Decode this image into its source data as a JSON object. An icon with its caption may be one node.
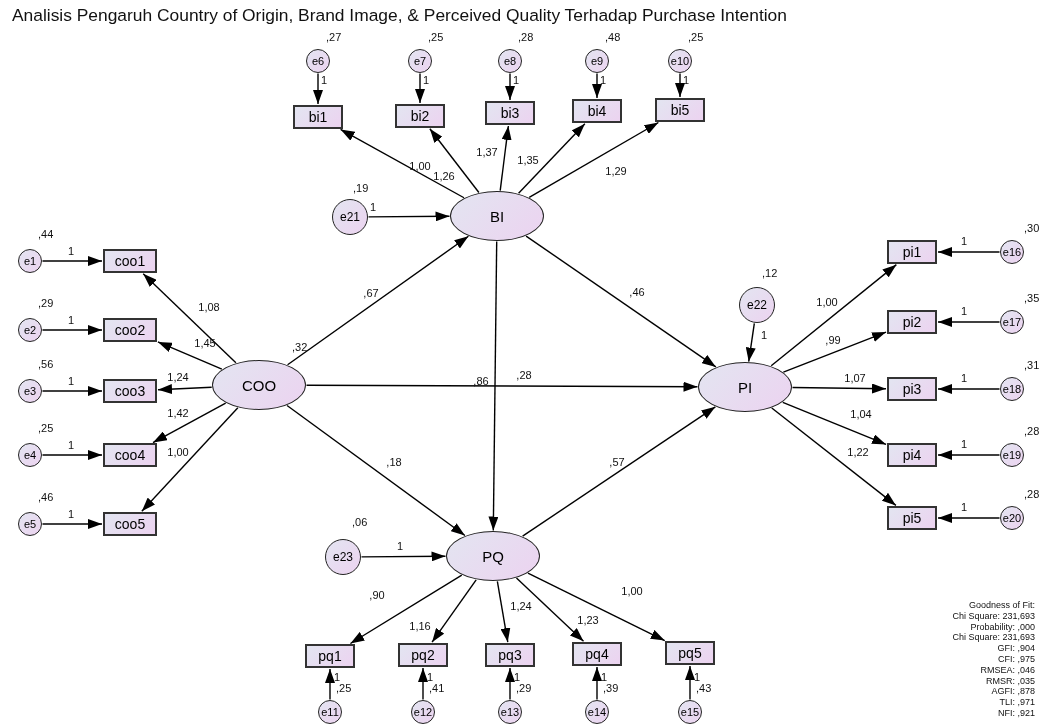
{
  "diagram": {
    "title": "Analisis Pengaruh Country of Origin, Brand Image, & Perceived Quality Terhadap Purchase Intention",
    "nodes": [
      {
        "text": [
          "e6"
        ],
        "beside": [
          ",27"
        ]
      },
      {
        "text": [
          "e7"
        ],
        "beside": [
          ",25"
        ]
      },
      {
        "text": [
          "e8"
        ],
        "beside": [
          ",28"
        ]
      },
      {
        "text": [
          "e9"
        ],
        "beside": [
          ",48"
        ]
      },
      {
        "text": [
          "e10"
        ],
        "beside": [
          ",25"
        ]
      },
      {
        "text": [
          "bi1"
        ]
      },
      {
        "text": [
          "bi2"
        ]
      },
      {
        "text": [
          "bi3"
        ]
      },
      {
        "text": [
          "bi4"
        ]
      },
      {
        "text": [
          "bi5"
        ]
      },
      {
        "text": [
          "e21"
        ],
        "beside": [
          ",19"
        ]
      },
      {
        "text": [
          "BI"
        ]
      },
      {
        "text": [
          "e1"
        ],
        "beside": [
          ",44"
        ]
      },
      {
        "text": [
          "coo1"
        ]
      },
      {
        "text": [
          "e2"
        ],
        "beside": [
          ",29"
        ]
      },
      {
        "text": [
          "coo2"
        ]
      },
      {
        "text": [
          "e3"
        ],
        "beside": [
          ",56"
        ]
      },
      {
        "text": [
          "coo3"
        ]
      },
      {
        "text": [
          "e4"
        ],
        "beside": [
          ",25"
        ]
      },
      {
        "text": [
          "coo4"
        ]
      },
      {
        "text": [
          "e5"
        ],
        "beside": [
          ",46"
        ]
      },
      {
        "text": [
          "coo5"
        ]
      },
      {
        "text": [
          "COO"
        ],
        "beside": [
          ",32"
        ]
      },
      {
        "text": [
          "e22"
        ],
        "beside": [
          ",12"
        ]
      },
      {
        "text": [
          "PI"
        ]
      },
      {
        "text": [
          "pi1"
        ]
      },
      {
        "text": [
          "pi2"
        ]
      },
      {
        "text": [
          "pi3"
        ]
      },
      {
        "text": [
          "pi4"
        ]
      },
      {
        "text": [
          "pi5"
        ]
      },
      {
        "text": [
          "e16"
        ],
        "beside": [
          ",30"
        ]
      },
      {
        "text": [
          "e17"
        ],
        "beside": [
          ",35"
        ]
      },
      {
        "text": [
          "e18"
        ],
        "beside": [
          ",31"
        ]
      },
      {
        "text": [
          "e19"
        ],
        "beside": [
          ",28"
        ]
      },
      {
        "text": [
          "e20"
        ],
        "beside": [
          ",28"
        ]
      },
      {
        "text": [
          "e23"
        ],
        "beside": [
          ",06"
        ]
      },
      {
        "text": [
          "PQ"
        ]
      },
      {
        "text": [
          "pq1"
        ]
      },
      {
        "text": [
          "pq2"
        ]
      },
      {
        "text": [
          "pq3"
        ]
      },
      {
        "text": [
          "pq4"
        ]
      },
      {
        "text": [
          "pq5"
        ]
      },
      {
        "text": [
          "e11"
        ],
        "beside": [
          ",25"
        ]
      },
      {
        "text": [
          "e12"
        ],
        "beside": [
          ",41"
        ]
      },
      {
        "text": [
          "e13"
        ],
        "beside": [
          ",29"
        ]
      },
      {
        "text": [
          "e14"
        ],
        "beside": [
          ",39"
        ]
      },
      {
        "text": [
          "e15"
        ],
        "beside": [
          ",43"
        ]
      }
    ],
    "edges": [
      {
        "from": 0,
        "to": 5,
        "arrow": "to",
        "label": "1"
      },
      {
        "from": 1,
        "to": 6,
        "arrow": "to",
        "label": "1"
      },
      {
        "from": 2,
        "to": 7,
        "arrow": "to",
        "label": "1"
      },
      {
        "from": 3,
        "to": 8,
        "arrow": "to",
        "label": "1"
      },
      {
        "from": 4,
        "to": 9,
        "arrow": "to",
        "label": "1"
      },
      {
        "from": 11,
        "to": 5,
        "arrow": "to",
        "label": "1,00"
      },
      {
        "from": 11,
        "to": 6,
        "arrow": "to",
        "label": "1,26"
      },
      {
        "from": 11,
        "to": 7,
        "arrow": "to",
        "label": "1,37"
      },
      {
        "from": 11,
        "to": 8,
        "arrow": "to",
        "label": "1,35"
      },
      {
        "from": 11,
        "to": 9,
        "arrow": "to",
        "label": "1,29"
      },
      {
        "from": 10,
        "to": 11,
        "arrow": "to",
        "label": "1"
      },
      {
        "from": 12,
        "to": 13,
        "arrow": "to",
        "label": "1"
      },
      {
        "from": 14,
        "to": 15,
        "arrow": "to",
        "label": "1"
      },
      {
        "from": 16,
        "to": 17,
        "arrow": "to",
        "label": "1"
      },
      {
        "from": 18,
        "to": 19,
        "arrow": "to",
        "label": "1"
      },
      {
        "from": 20,
        "to": 21,
        "arrow": "to",
        "label": "1"
      },
      {
        "from": 22,
        "to": 13,
        "arrow": "to",
        "label": "1,08"
      },
      {
        "from": 22,
        "to": 15,
        "arrow": "to",
        "label": "1,45"
      },
      {
        "from": 22,
        "to": 17,
        "arrow": "to",
        "label": "1,24"
      },
      {
        "from": 22,
        "to": 19,
        "arrow": "to",
        "label": "1,42"
      },
      {
        "from": 22,
        "to": 21,
        "arrow": "to",
        "label": "1,00"
      },
      {
        "from": 22,
        "to": 11,
        "arrow": "to",
        "label": ",67"
      },
      {
        "from": 11,
        "to": 24,
        "arrow": "to",
        "label": ",46"
      },
      {
        "from": 22,
        "to": 24,
        "arrow": "to",
        "label": ",28"
      },
      {
        "from": 11,
        "to": 36,
        "arrow": "to",
        "label": ",86"
      },
      {
        "from": 22,
        "to": 36,
        "arrow": "to",
        "label": ",18"
      },
      {
        "from": 36,
        "to": 24,
        "arrow": "to",
        "label": ",57"
      },
      {
        "from": 23,
        "to": 24,
        "arrow": "to",
        "label": "1"
      },
      {
        "from": 24,
        "to": 25,
        "arrow": "to",
        "label": "1,00"
      },
      {
        "from": 24,
        "to": 26,
        "arrow": "to",
        "label": ",99"
      },
      {
        "from": 24,
        "to": 27,
        "arrow": "to",
        "label": "1,07"
      },
      {
        "from": 24,
        "to": 28,
        "arrow": "to",
        "label": "1,04"
      },
      {
        "from": 24,
        "to": 29,
        "arrow": "to",
        "label": "1,22"
      },
      {
        "from": 30,
        "to": 25,
        "arrow": "to",
        "label": "1"
      },
      {
        "from": 31,
        "to": 26,
        "arrow": "to",
        "label": "1"
      },
      {
        "from": 32,
        "to": 27,
        "arrow": "to",
        "label": "1"
      },
      {
        "from": 33,
        "to": 28,
        "arrow": "to",
        "label": "1"
      },
      {
        "from": 34,
        "to": 29,
        "arrow": "to",
        "label": "1"
      },
      {
        "from": 35,
        "to": 36,
        "arrow": "to",
        "label": "1"
      },
      {
        "from": 36,
        "to": 37,
        "arrow": "to",
        "label": ",90"
      },
      {
        "from": 36,
        "to": 38,
        "arrow": "to",
        "label": "1,16"
      },
      {
        "from": 36,
        "to": 39,
        "arrow": "to",
        "label": "1,24"
      },
      {
        "from": 36,
        "to": 40,
        "arrow": "to",
        "label": "1,23"
      },
      {
        "from": 36,
        "to": 41,
        "arrow": "to",
        "label": "1,00"
      },
      {
        "from": 42,
        "to": 37,
        "arrow": "to",
        "label": "1"
      },
      {
        "from": 43,
        "to": 38,
        "arrow": "to",
        "label": "1"
      },
      {
        "from": 44,
        "to": 39,
        "arrow": "to",
        "label": "1"
      },
      {
        "from": 45,
        "to": 40,
        "arrow": "to",
        "label": "1"
      },
      {
        "from": 46,
        "to": 41,
        "arrow": "to",
        "label": "1"
      }
    ],
    "labels": [
      "Goodness of Fit:",
      "Chi Square: 231,693",
      "Probability: ,000",
      "Chi Square: 231,693",
      "GFI: ,904",
      "CFI: ,975",
      "RMSEA: ,046",
      "RMSR: ,035",
      "AGFI: ,878",
      "TLI: ,971",
      "NFI: ,921"
    ]
  }
}
